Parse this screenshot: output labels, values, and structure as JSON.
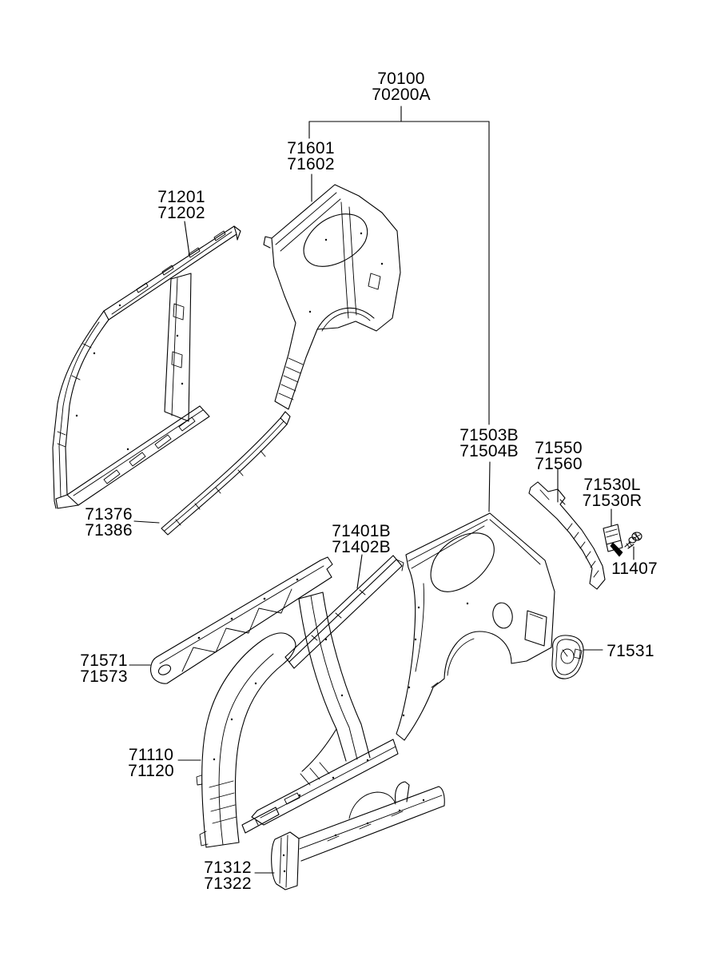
{
  "diagram": {
    "background_color": "#ffffff",
    "line_color": "#000000",
    "text_color": "#000000",
    "labels": [
      {
        "line1": "70100",
        "line2": "70200A"
      },
      {
        "line1": "71601",
        "line2": "71602"
      },
      {
        "line1": "71201",
        "line2": "71202"
      },
      {
        "line1": "71503B",
        "line2": "71504B"
      },
      {
        "line1": "71550",
        "line2": "71560"
      },
      {
        "line1": "71530L",
        "line2": "71530R"
      },
      {
        "line1": "11407"
      },
      {
        "line1": "71401B",
        "line2": "71402B"
      },
      {
        "line1": "71376",
        "line2": "71386"
      },
      {
        "line1": "71571",
        "line2": "71573"
      },
      {
        "line1": "71531"
      },
      {
        "line1": "71110",
        "line2": "71120"
      },
      {
        "line1": "71312",
        "line2": "71322"
      }
    ]
  }
}
